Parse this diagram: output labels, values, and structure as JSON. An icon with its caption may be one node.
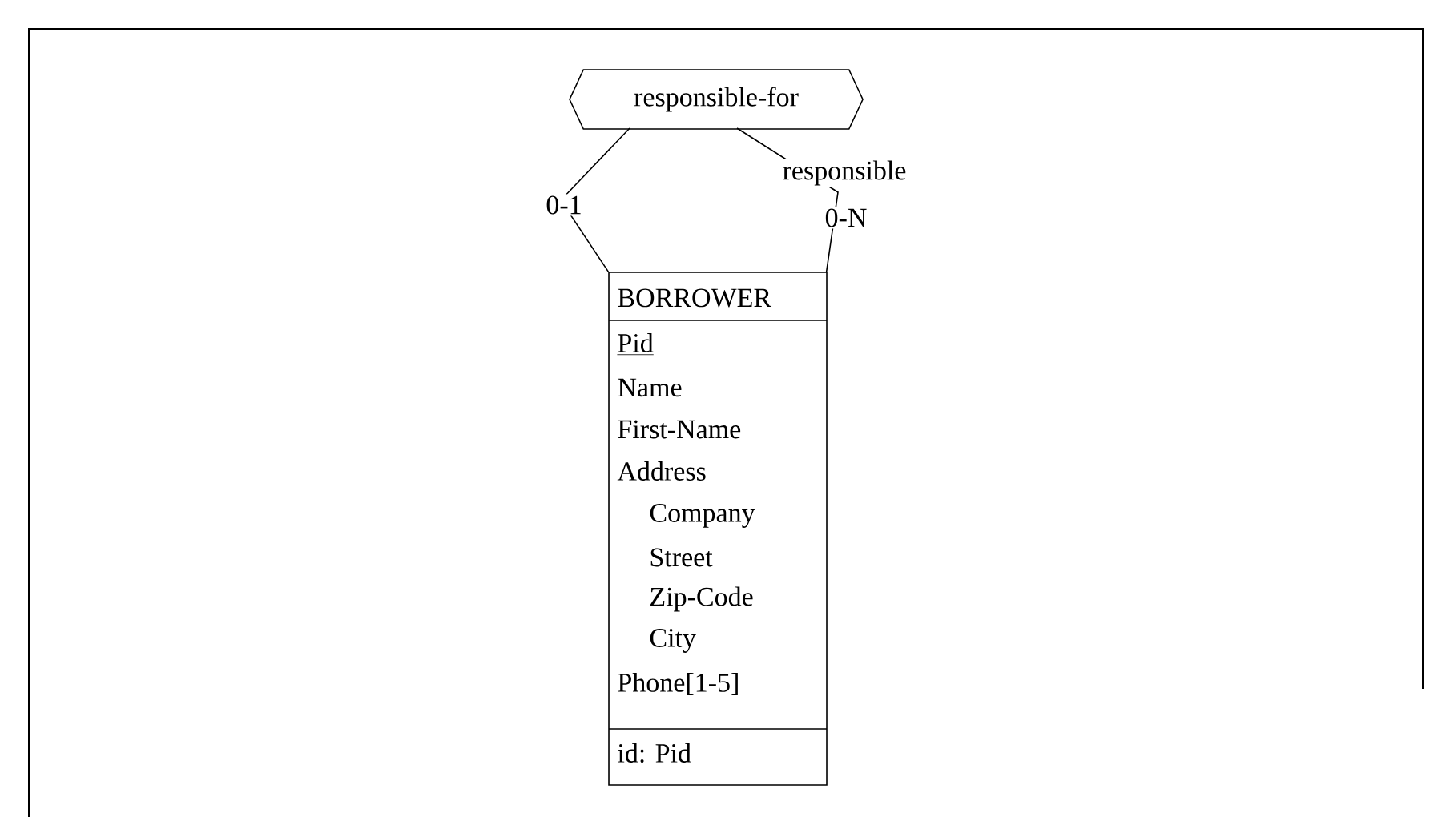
{
  "diagram": {
    "nodes": [
      {
        "text": [
          "responsible-for"
        ]
      },
      {
        "text": [
          "BORROWER",
          "Pid",
          "Name",
          "First-Name",
          "Address",
          "Company",
          "Street",
          "Zip-Code",
          "City",
          "Phone[1-5]",
          "id: Pid"
        ]
      }
    ],
    "edges": [
      {
        "from": 0,
        "to": 1,
        "arrow": "none",
        "label": "0-1"
      },
      {
        "from": 0,
        "to": 1,
        "arrow": "none",
        "label": "0-N"
      }
    ],
    "labels": [
      "responsible"
    ]
  }
}
